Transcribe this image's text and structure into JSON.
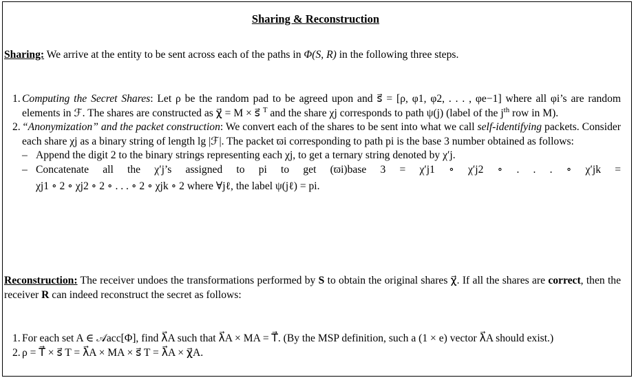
{
  "title": "Sharing & Reconstruction",
  "sharing": {
    "lead": "Sharing:",
    "intro_a": " We arrive at the entity to be sent across each of the paths in ",
    "intro_math": "Φ(S, R)",
    "intro_b": " in the following three steps.",
    "step1_title": "Computing the Secret Shares",
    "step1_text_a": ": Let ρ be the random pad to be agreed upon and s⃗ = [ρ, φ",
    "step1_text_b": "1, φ2, . . . , φe−1] where all φi’s are random elements in ℱ. The shares are constructed as χ⃗ = M × s⃗ ",
    "step1_T": "T",
    "step1_text_c": " and the share χj corresponds to path ψ(j) (label of the j",
    "step1_th": "th",
    "step1_text_d": " row in M).",
    "step2_title": "“Anonymization” and the packet construction",
    "step2_text_a": ": We convert each of the shares to be sent into what we call ",
    "step2_italic": "self-identifying",
    "step2_text_b": " packets. Consider each share χj as a binary string of length lg |ℱ|. The packet ϖi corresponding to path pi is the base 3 number obtained as follows:",
    "sub1": "Append the digit 2 to the binary strings representing each χj, to get a ternary string denoted by χ′j.",
    "sub2_a": "Concatenate all the χ′j’s assigned to pi to get (ϖi)base 3 = χ′j1 ∘ χ′j2 ∘ . . . ∘ χ′jk =",
    "sub2_b": "χj1 ∘ 2 ∘ χj2 ∘ 2 ∘ . . . ∘ 2 ∘ χjk ∘ 2 where ∀jℓ, the label ψ(jℓ) = pi."
  },
  "reconstruction": {
    "lead": "Reconstruction:",
    "text_a": " The receiver undoes the transformations performed by ",
    "S": "S",
    "text_b": " to obtain the original shares χ⃗. If all the shares are ",
    "correct": "correct",
    "text_c": ", then the receiver ",
    "R": "R",
    "text_d": " can indeed reconstruct the secret as follows:",
    "step1": "For each set A ∈ 𝒜acc[Φ], find λ⃗A such that λ⃗A × MA = T⃗. (By the MSP definition, such a (1 × e) vector λ⃗A should exist.)",
    "step2": "ρ = T⃗ × s⃗ T = λ⃗A × MA × s⃗ T = λ⃗A × χ⃗A."
  }
}
